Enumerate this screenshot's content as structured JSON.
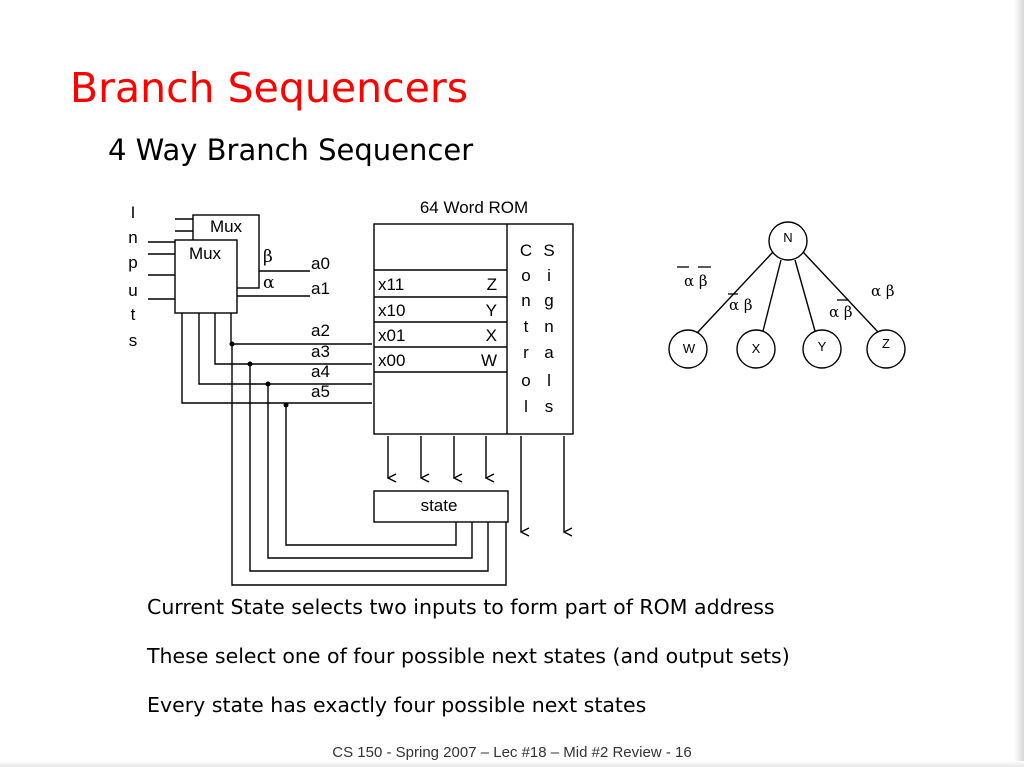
{
  "slide": {
    "title": "Branch Sequencers",
    "subtitle": "4 Way Branch Sequencer",
    "footer": "CS 150 - Spring  2007 – Lec #18 – Mid #2 Review  - 16"
  },
  "circuit": {
    "inputs_letters": [
      "I",
      "n",
      "p",
      "u",
      "t",
      "s"
    ],
    "mux_label": "Mux",
    "beta": "β",
    "alpha": "α",
    "address_lines": [
      "a0",
      "a1",
      "a2",
      "a3",
      "a4",
      "a5"
    ],
    "rom_title": "64 Word ROM",
    "rom_rows": [
      {
        "address": "x11",
        "state": "Z"
      },
      {
        "address": "x10",
        "state": "Y"
      },
      {
        "address": "x01",
        "state": "X"
      },
      {
        "address": "x00",
        "state": "W"
      }
    ],
    "control_letters": [
      "C",
      "o",
      "n",
      "t",
      "r",
      "o",
      "l"
    ],
    "signals_letters": [
      "S",
      "i",
      "g",
      "n",
      "a",
      "l",
      "s"
    ],
    "state_label": "state"
  },
  "tree": {
    "root": "N",
    "leaves": [
      "W",
      "X",
      "Y",
      "Z"
    ],
    "edge_labels": [
      "α β",
      "α β",
      "α β",
      "α β"
    ]
  },
  "bullets": [
    "Current State selects two inputs to form part of ROM address",
    "These select one of four possible next states (and output sets)",
    "Every state has exactly four possible next states"
  ]
}
